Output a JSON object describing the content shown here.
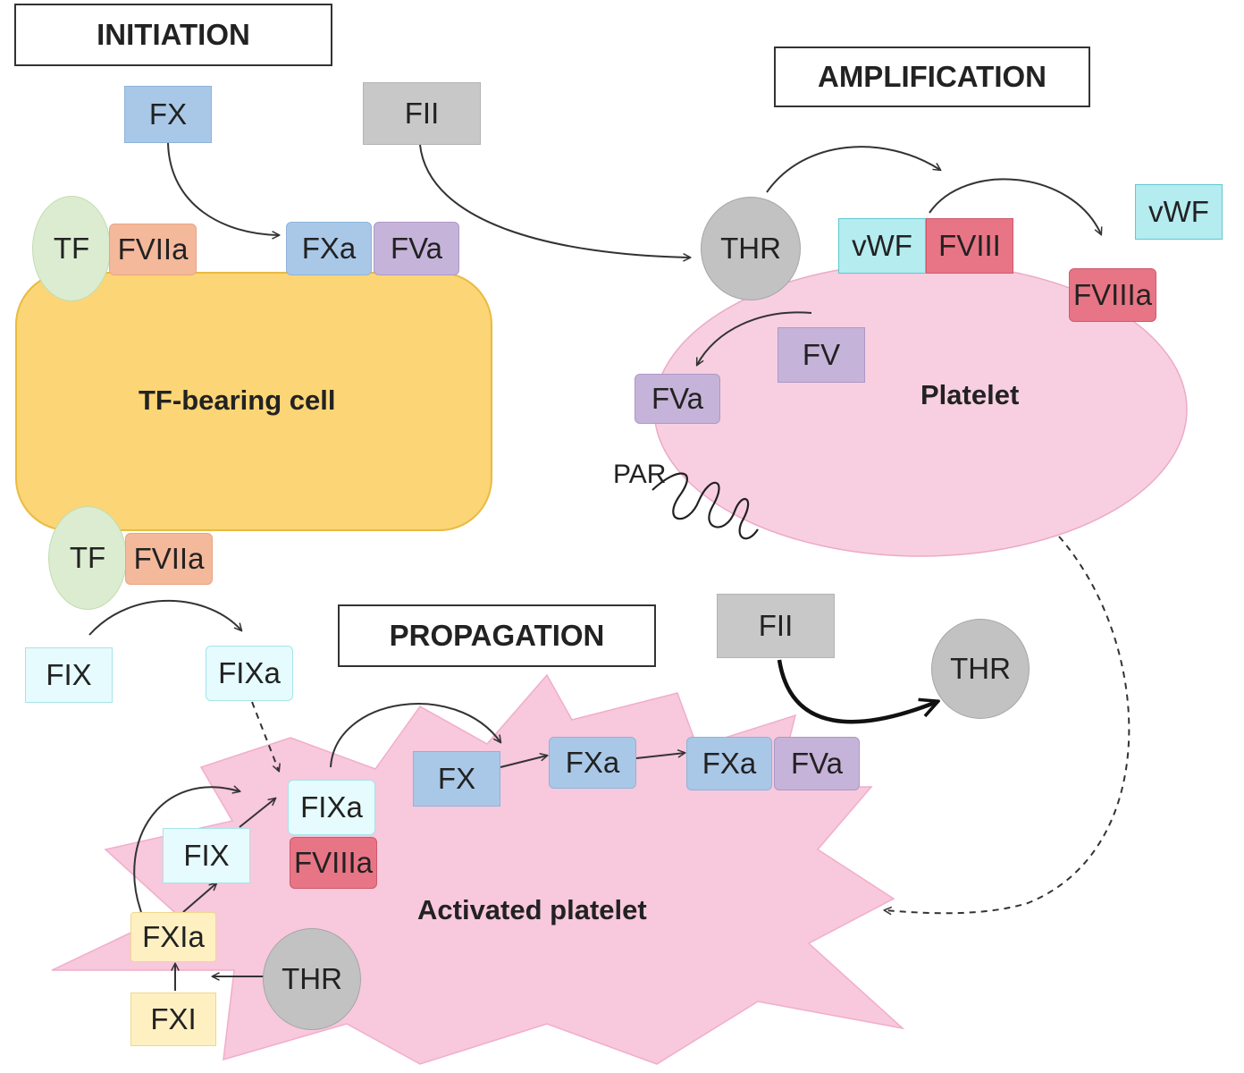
{
  "phases": {
    "initiation": "INITIATION",
    "amplification": "AMPLIFICATION",
    "propagation": "PROPAGATION"
  },
  "cells": {
    "tf_bearing_cell": "TF-bearing cell",
    "platelet": "Platelet",
    "activated_platelet": "Activated platelet"
  },
  "initiation": {
    "fx": "FX",
    "fii": "FII",
    "tf_top": "TF",
    "fviia_top": "FVIIa",
    "fxa": "FXa",
    "fva": "FVa",
    "tf_bottom": "TF",
    "fviia_bottom": "FVIIa",
    "fix": "FIX",
    "fixa": "FIXa"
  },
  "amplification": {
    "thr": "THR",
    "vwf_bound": "vWF",
    "fviii": "FVIII",
    "vwf_free": "vWF",
    "fviiia": "FVIIIa",
    "fv": "FV",
    "fva": "FVa",
    "par": "PAR"
  },
  "propagation": {
    "fii": "FII",
    "thr_product": "THR",
    "fixa": "FIXa",
    "fviiia": "FVIIIa",
    "fx": "FX",
    "fxa": "FXa",
    "fxa_complex": "FXa",
    "fva_complex": "FVa",
    "fix": "FIX",
    "fxia": "FXIa",
    "fxi": "FXI",
    "thr": "THR"
  },
  "colors": {
    "tf_cell_fill": "#fbd576",
    "platelet_fill": "#f8cfe0",
    "activated_platelet_fill": "#f8c8dc"
  }
}
